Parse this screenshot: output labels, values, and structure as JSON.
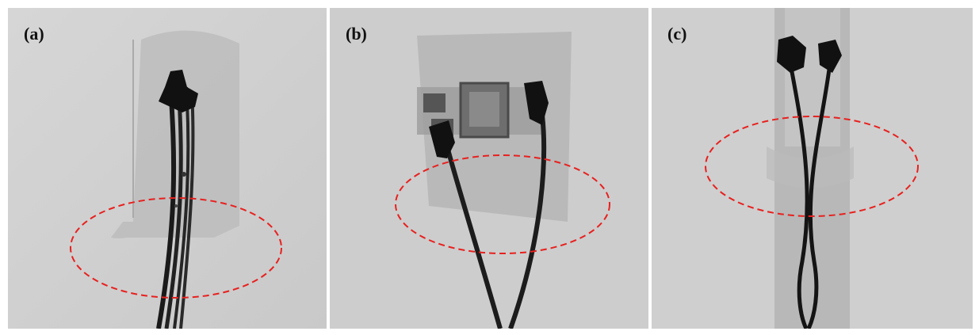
{
  "figure": {
    "panels": [
      {
        "label": "(a)"
      },
      {
        "label": "(b)"
      },
      {
        "label": "(c)"
      }
    ]
  },
  "colors": {
    "background": "#cfcfcf",
    "highlight_ellipse": "#e8201e",
    "wire": "#111111"
  }
}
